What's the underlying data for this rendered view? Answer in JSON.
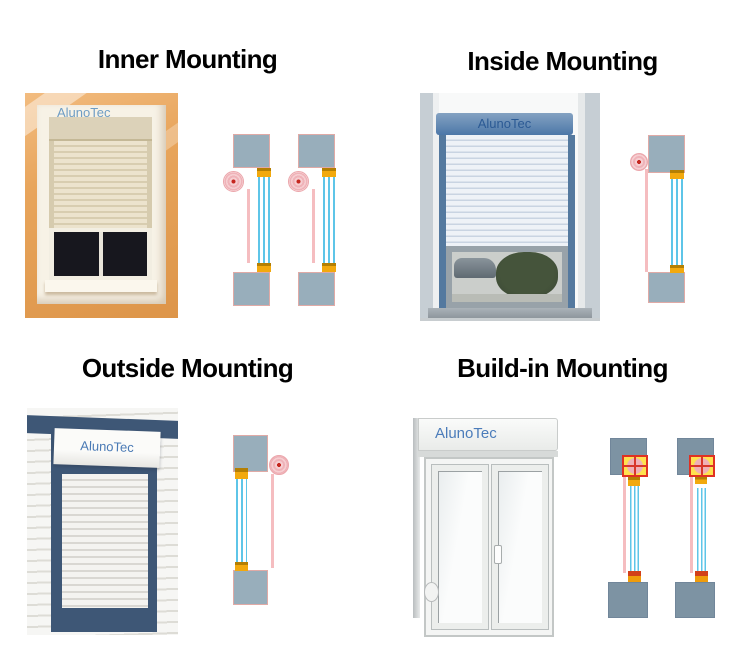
{
  "page": {
    "background": "#ffffff",
    "description": "Roller shutter mounting types infographic"
  },
  "sections": [
    {
      "id": "inner-mounting",
      "title": "Inner Mounting",
      "brand": "AlunoTec",
      "diagram_count": 2
    },
    {
      "id": "inside-mounting",
      "title": "Inside Mounting",
      "brand": "AlunoTec",
      "diagram_count": 1
    },
    {
      "id": "outside-mounting",
      "title": "Outside Mounting",
      "brand": "AlunoTec",
      "diagram_count": 1
    },
    {
      "id": "build-in-mounting",
      "title": "Build-in Mounting",
      "brand": "AlunoTec",
      "diagram_count": 2
    }
  ],
  "colors": {
    "title_text": "#000000",
    "wall_gray_pale": "#98aebb",
    "wall_gray_dark": "#7d93a3",
    "frame_orange": "#f2a90e",
    "frame_orange_shadow": "#b47f03",
    "frame_red": "#d2401a",
    "glazing_blue": "#5ec5e8",
    "roller_pink": "#efb2b8",
    "roller_center_red": "#c5271f",
    "track_pink": "#f5bdc0",
    "buildin_box_yellow": "#ffe14f",
    "buildin_box_border_red": "#e03122",
    "brand_blue": "#4a7ab5",
    "photo_wall_orange": "#e8a55c",
    "photo_navy": "#3e5776",
    "photo_shutter_blue": "#5d83ad"
  },
  "icons": {
    "roller_coil": "pink-spiral-circle-with-red-center-dot",
    "roller_box_crosshair": "pink-circle-with-red-crosshair-in-yellow-box",
    "shutter_track": "vertical-pink-line",
    "wall_section": "gray-rectangle",
    "window_glazing": "triple-blue-vertical-lines",
    "window_frame": "orange-block"
  }
}
